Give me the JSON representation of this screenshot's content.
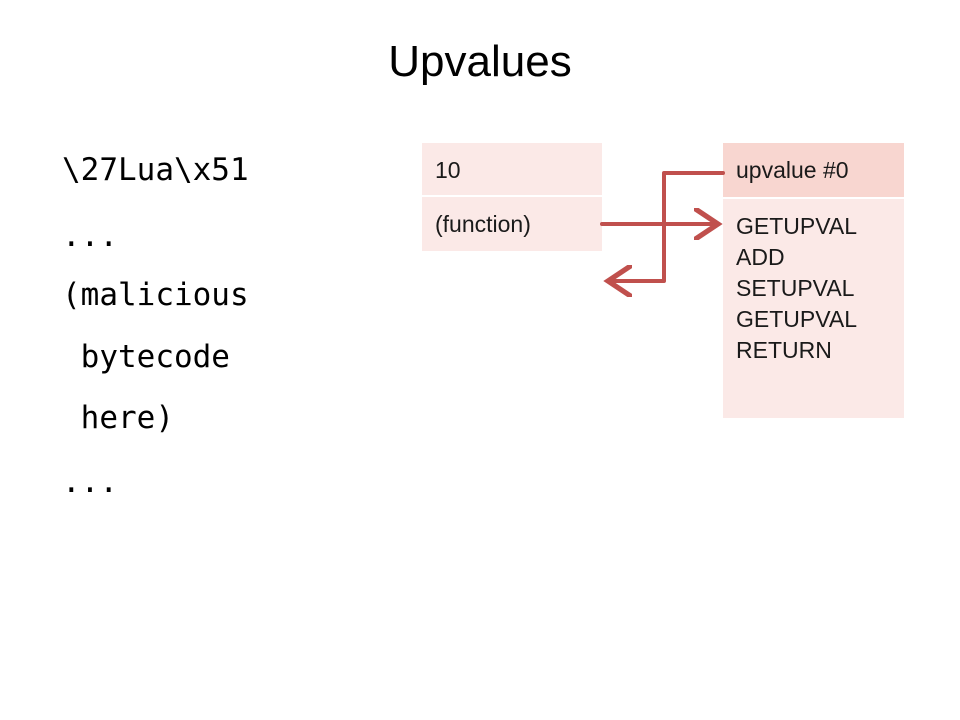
{
  "title": "Upvalues",
  "code_lines": [
    "\\27Lua\\x51",
    "...",
    "(malicious",
    " bytecode",
    " here)",
    "..."
  ],
  "stack": {
    "cells": [
      "10",
      "(function)"
    ],
    "color": "#fbe9e7"
  },
  "upvalue_box": {
    "header": "upvalue #0",
    "header_color": "#f8d6d0",
    "instructions": [
      "GETUPVAL",
      "ADD",
      "SETUPVAL",
      "GETUPVAL",
      "RETURN"
    ],
    "body_color": "#fbe9e7"
  },
  "arrow_color": "#c0504d"
}
